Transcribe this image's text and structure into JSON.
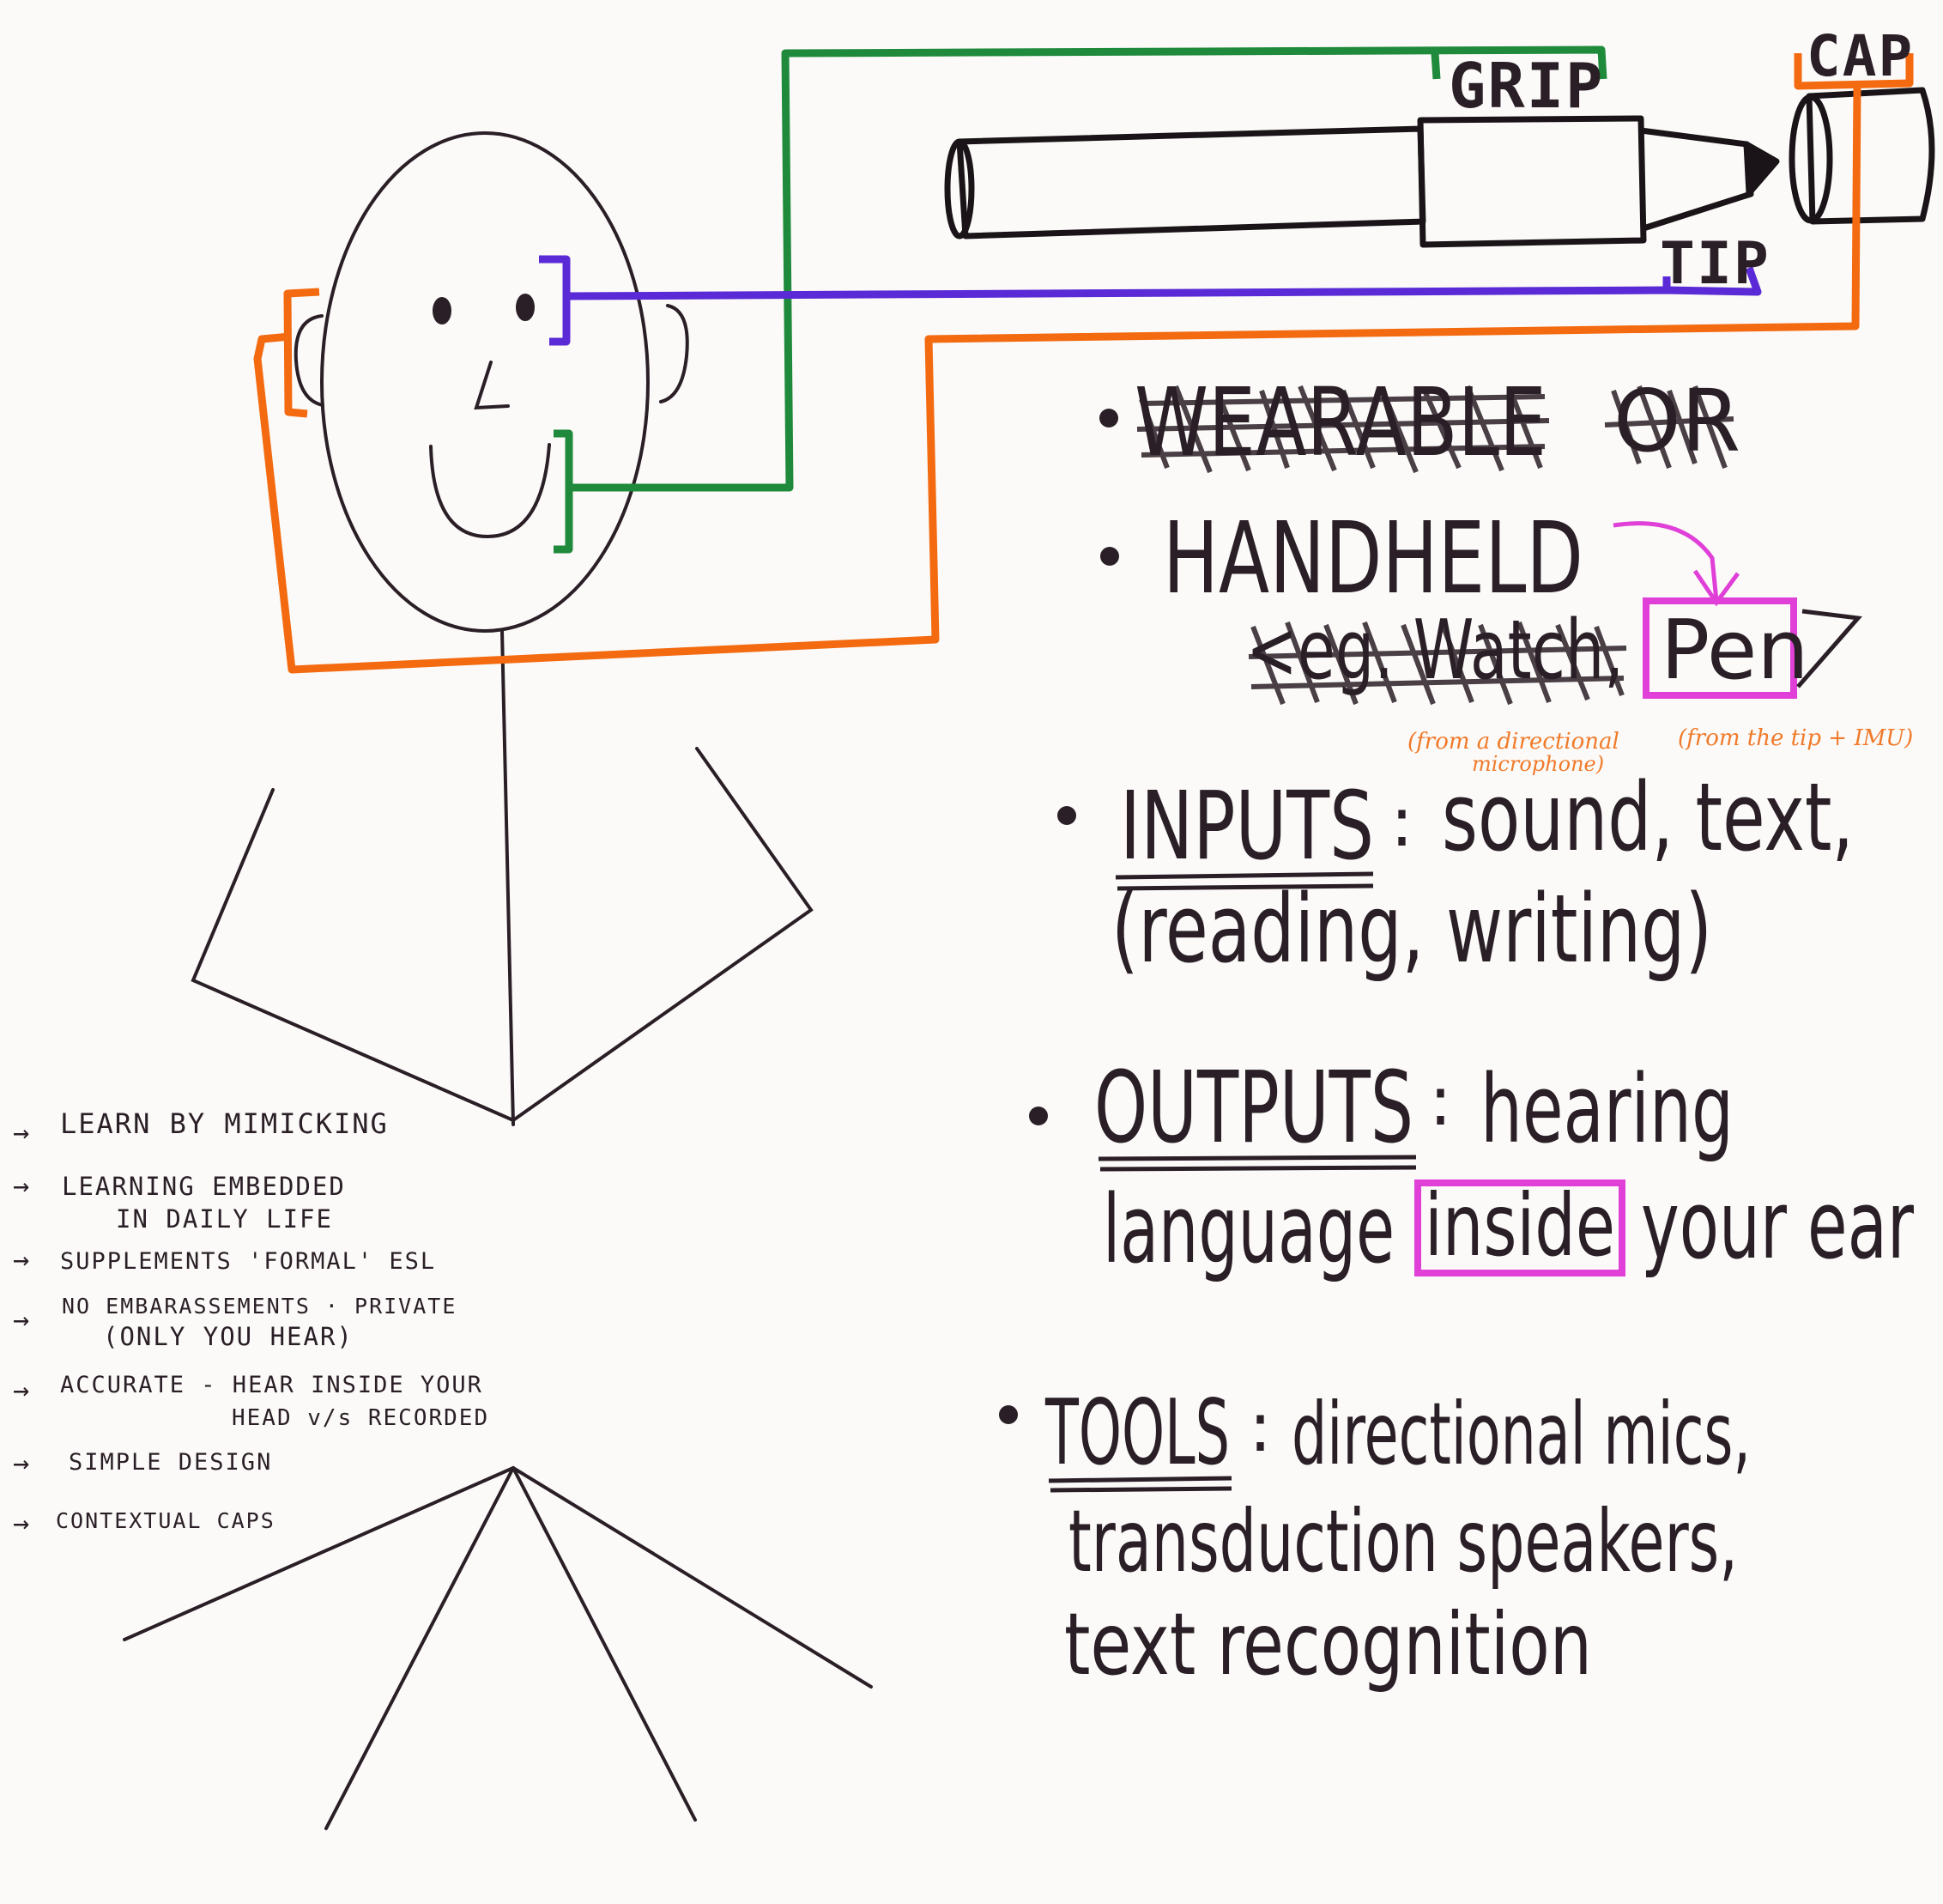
{
  "colors": {
    "ink": "#2a1f26",
    "grip_line": "#1f8a3c",
    "tip_line": "#5a2ad6",
    "cap_line": "#f36a10",
    "highlight": "#e040d8",
    "annotation": "#f07a2a"
  },
  "pen_labels": {
    "grip": "GRIP",
    "tip": "TIP",
    "cap": "CAP"
  },
  "features": {
    "struck_wearable": "WEARABLE",
    "struck_or": "OR",
    "handheld": "HANDHELD",
    "struck_example": "<eg. Watch,",
    "pen": "Pen",
    "inputs_label": "INPUTS",
    "inputs_sep": ":",
    "inputs_text": "sound, text,",
    "inputs_text2": "(reading, writing)",
    "sound_note_1": "(from a directional",
    "sound_note_2": "microphone)",
    "text_note": "(from the tip + IMU)",
    "outputs_label": "OUTPUTS",
    "outputs_sep": ":",
    "outputs_text": "hearing",
    "outputs_line2_a": "language",
    "outputs_line2_inside": "inside",
    "outputs_line2_b": "your ear",
    "tools_label": "TOOLS",
    "tools_sep": ":",
    "tools_line1": "directional mics,",
    "tools_line2": "transduction speakers,",
    "tools_line3": "text recognition"
  },
  "benefits": [
    {
      "line1": "LEARN BY MIMICKING",
      "line2": ""
    },
    {
      "line1": "LEARNING   EMBEDDED",
      "line2": "IN  DAILY  LIFE"
    },
    {
      "line1": "SUPPLEMENTS 'FORMAL' ESL",
      "line2": ""
    },
    {
      "line1": "NO EMBARASSEMENTS · PRIVATE",
      "line2": "(ONLY YOU HEAR)"
    },
    {
      "line1": "ACCURATE - HEAR  INSIDE  YOUR",
      "line2": "HEAD  v/s  RECORDED"
    },
    {
      "line1": "SIMPLE  DESIGN",
      "line2": ""
    },
    {
      "line1": "CONTEXTUAL  CAPS",
      "line2": ""
    }
  ]
}
